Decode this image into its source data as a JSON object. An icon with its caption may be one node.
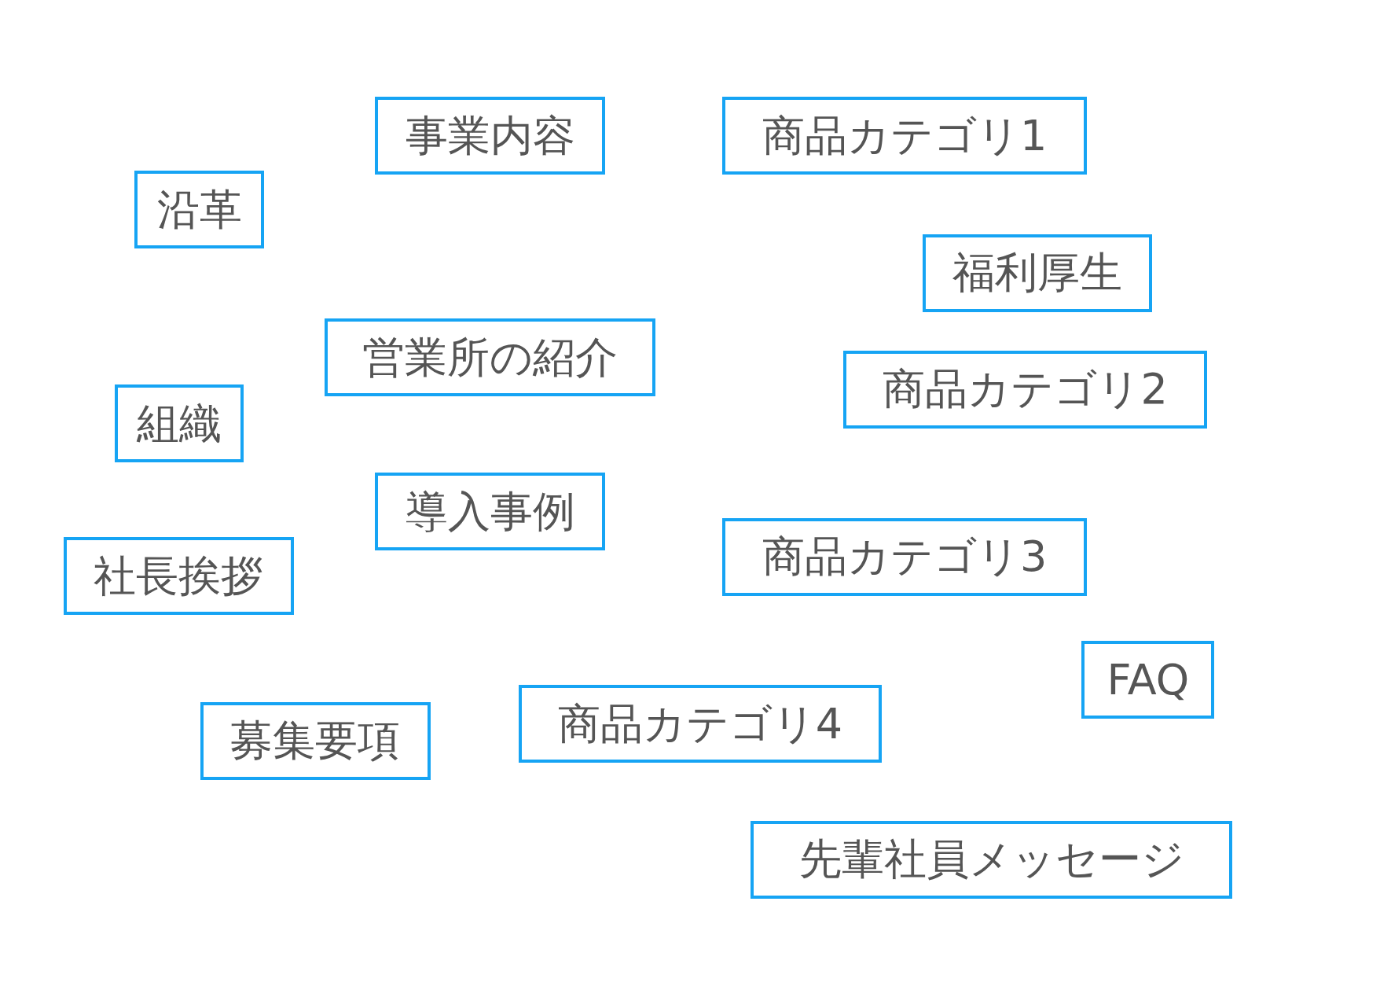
{
  "diagram": {
    "nodes": [
      {
        "text": [
          "事業内容"
        ]
      },
      {
        "text": [
          "商品カテゴリ1"
        ]
      },
      {
        "text": [
          "沿革"
        ]
      },
      {
        "text": [
          "福利厚生"
        ]
      },
      {
        "text": [
          "営業所の紹介"
        ]
      },
      {
        "text": [
          "商品カテゴリ2"
        ]
      },
      {
        "text": [
          "組織"
        ]
      },
      {
        "text": [
          "導入事例"
        ]
      },
      {
        "text": [
          "商品カテゴリ3"
        ]
      },
      {
        "text": [
          "社長挨拶"
        ]
      },
      {
        "text": [
          "FAQ"
        ]
      },
      {
        "text": [
          "商品カテゴリ4"
        ]
      },
      {
        "text": [
          "募集要項"
        ]
      },
      {
        "text": [
          "先輩社員メッセージ"
        ]
      }
    ]
  }
}
